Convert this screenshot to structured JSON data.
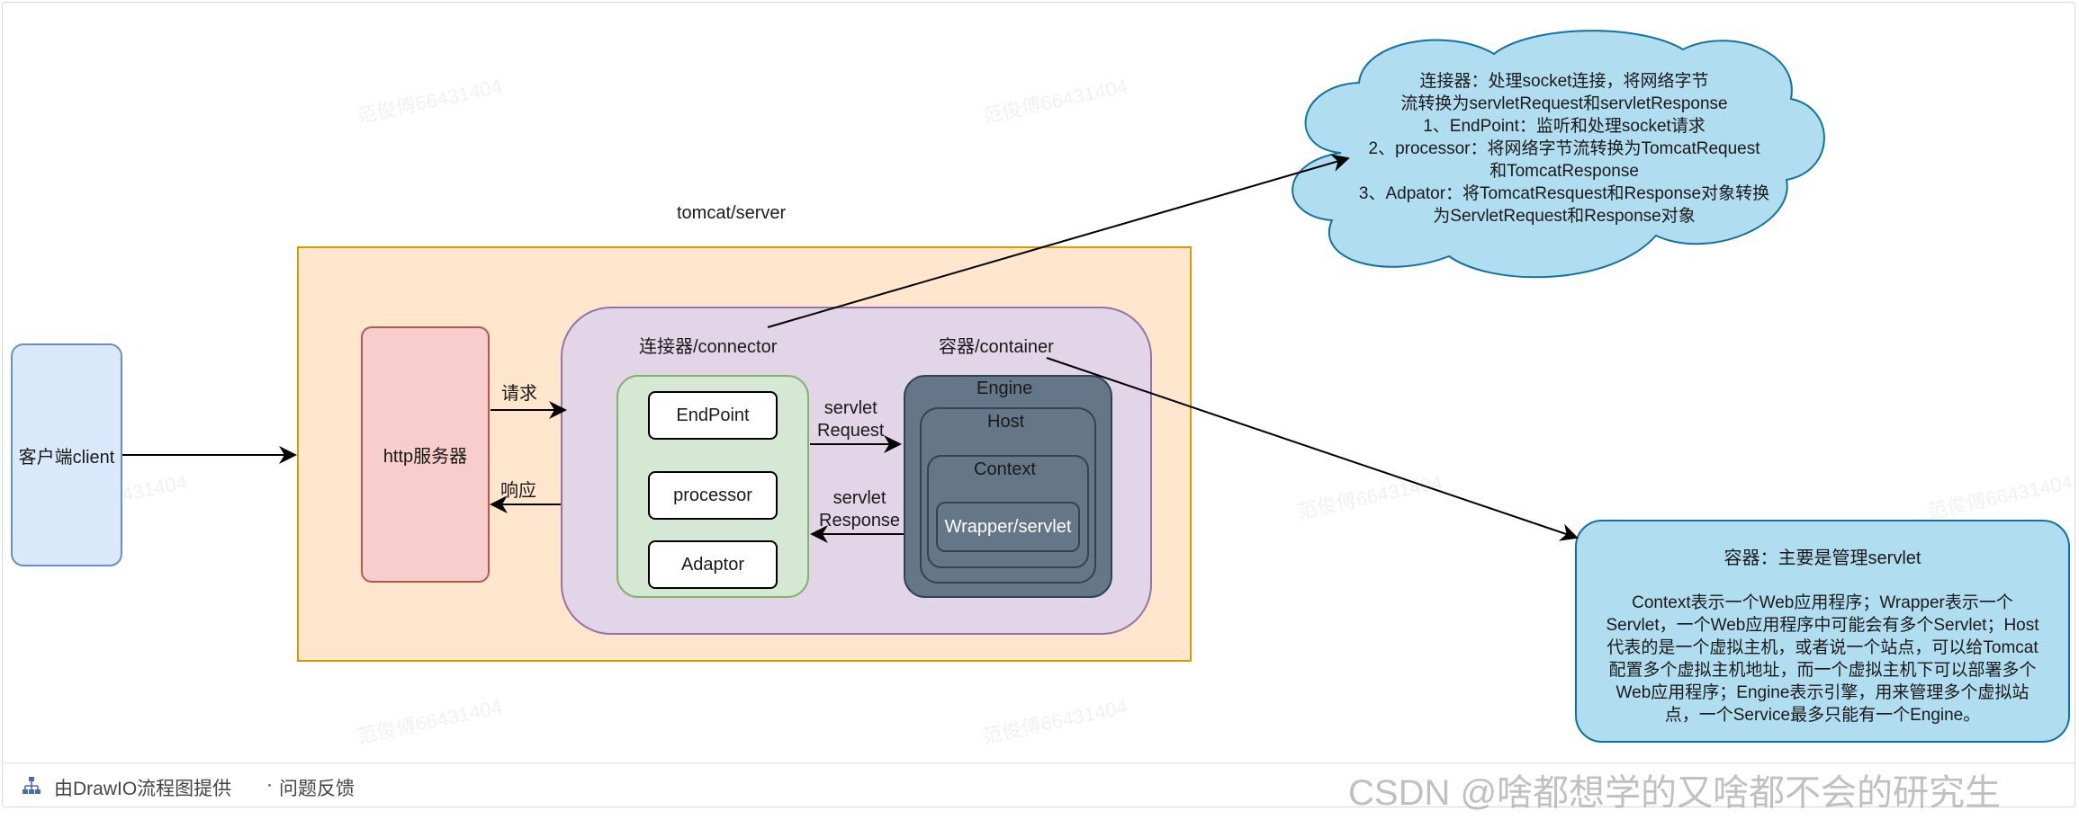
{
  "diagram": {
    "title": "tomcat/server",
    "client": "客户端client",
    "http_server": "http服务器",
    "request_label": "请求",
    "response_label": "响应",
    "connector_title": "连接器/connector",
    "container_title": "容器/container",
    "endpoint": "EndPoint",
    "processor": "processor",
    "adaptor": "Adaptor",
    "servlet_request": [
      "servlet",
      "Request"
    ],
    "servlet_response": [
      "servlet",
      "Response"
    ],
    "engine": "Engine",
    "host": "Host",
    "context": "Context",
    "wrapper": "Wrapper/servlet",
    "connector_note": [
      "连接器：处理socket连接，将网络字节",
      "流转换为servletRequest和servletResponse",
      "1、EndPoint：监听和处理socket请求",
      "2、processor：将网络字节流转换为TomcatRequest",
      "和TomcatResponse",
      "3、Adpator：将TomcatResquest和Response对象转换",
      "为ServletRequest和Response对象"
    ],
    "container_note_title": "容器：主要是管理servlet",
    "container_note_body": [
      "Context表示一个Web应用程序；Wrapper表示一个",
      "Servlet，一个Web应用程序中可能会有多个Servlet；Host",
      "代表的是一个虚拟主机，或者说一个站点，可以给Tomcat",
      "配置多个虚拟主机地址，而一个虚拟主机下可以部署多个",
      "Web应用程序；Engine表示引擎，用来管理多个虚拟站",
      "点，一个Service最多只能有一个Engine。"
    ],
    "watermark": "范俊傅66431404"
  },
  "footer": {
    "provider": "由DrawIO流程图提供",
    "separator": "·",
    "feedback": "问题反馈",
    "credit": "CSDN @啥都想学的又啥都不会的研究生",
    "icon": "sitemap-icon"
  },
  "colors": {
    "client_fill": "#dae8fc",
    "client_stroke": "#6c8ebf",
    "server_fill": "#ffe6cc",
    "server_stroke": "#d79b00",
    "http_fill": "#f8cecc",
    "http_stroke": "#b85450",
    "inner_fill": "#e1d5e7",
    "inner_stroke": "#9673a6",
    "connector_fill": "#d5e8d4",
    "connector_stroke": "#82b366",
    "engine_fill": "#647687",
    "engine_stroke": "#314354",
    "note_fill": "#b1ddf0",
    "note_stroke": "#10739e"
  }
}
